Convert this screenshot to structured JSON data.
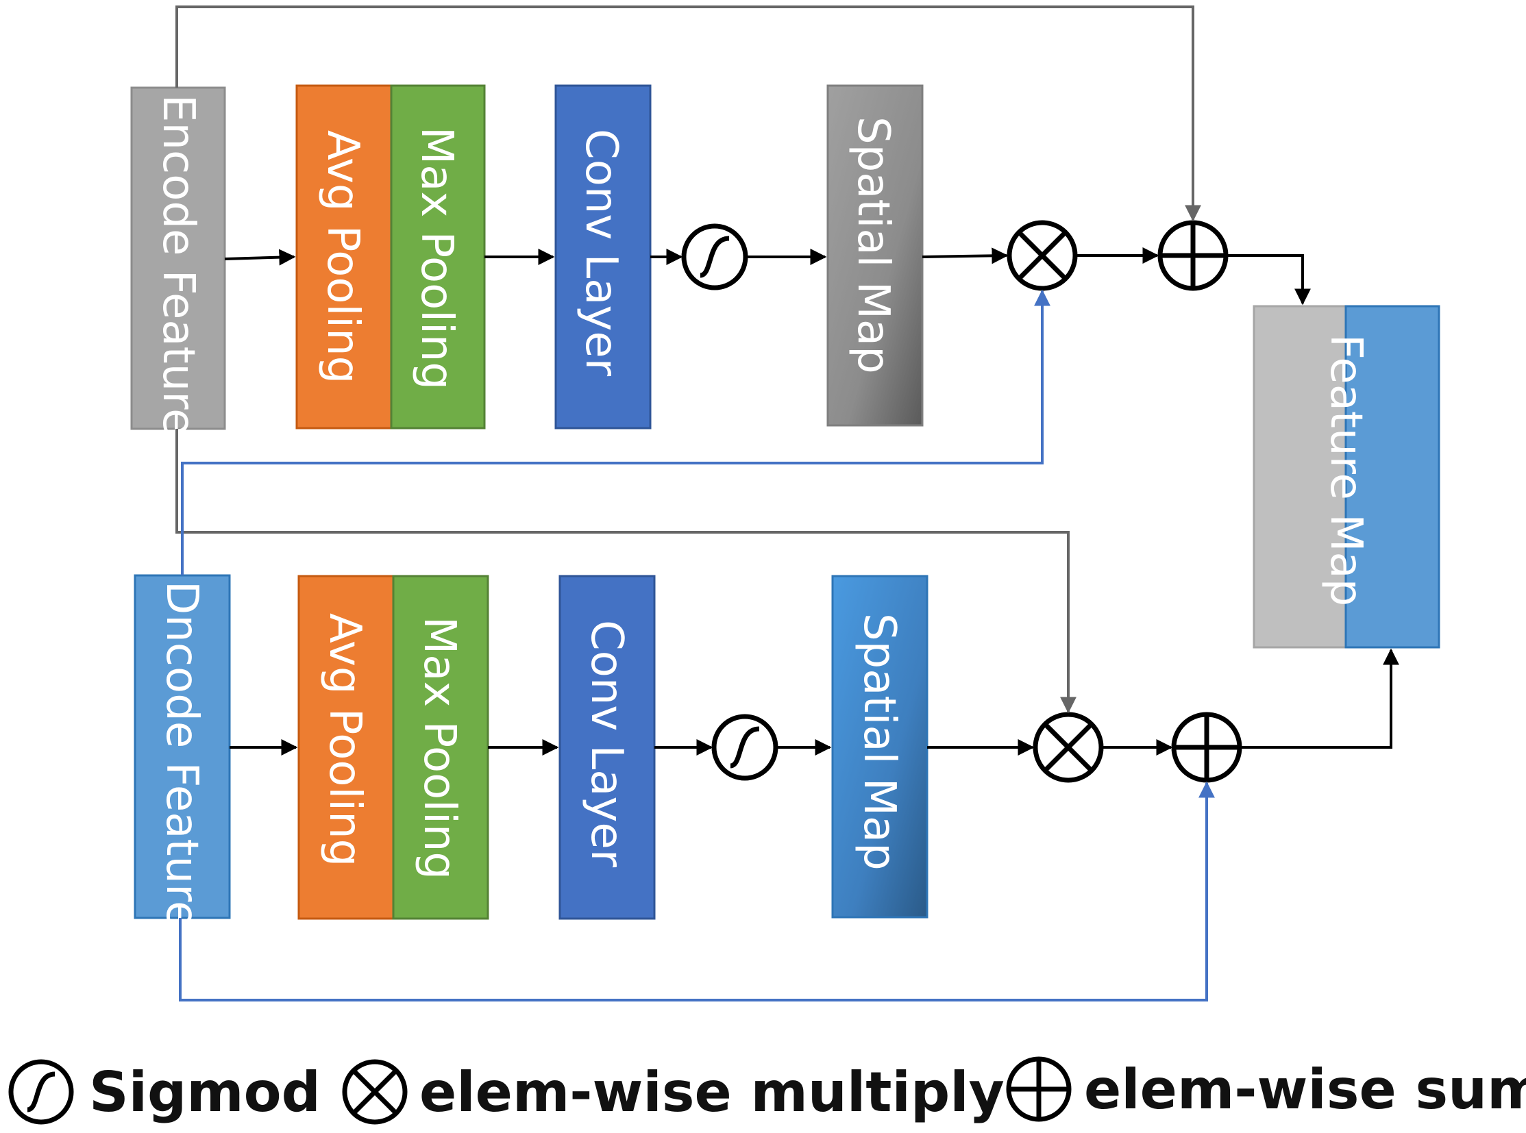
{
  "top_row": {
    "input_label": "Encode Feature",
    "avg_label": "Avg Pooling",
    "max_label": "Max Pooling",
    "conv_label": "Conv Layer",
    "map_label": "Spatial Map"
  },
  "bottom_row": {
    "input_label": "Dncode Feature",
    "avg_label": "Avg Pooling",
    "max_label": "Max Pooling",
    "conv_label": "Conv Layer",
    "map_label": "Spatial Map"
  },
  "output": {
    "label": "Feature Map"
  },
  "legend": {
    "sigmoid": "Sigmod",
    "multiply": "elem-wise multiply",
    "sum": "elem-wise sum"
  },
  "colors": {
    "orange": "#ED7D31",
    "green": "#70AD47",
    "blue": "#4472C4",
    "light_blue": "#5B9BD5",
    "gray": "#A5A5A5",
    "link_blue": "#4472C4",
    "link_gray": "#666666"
  }
}
